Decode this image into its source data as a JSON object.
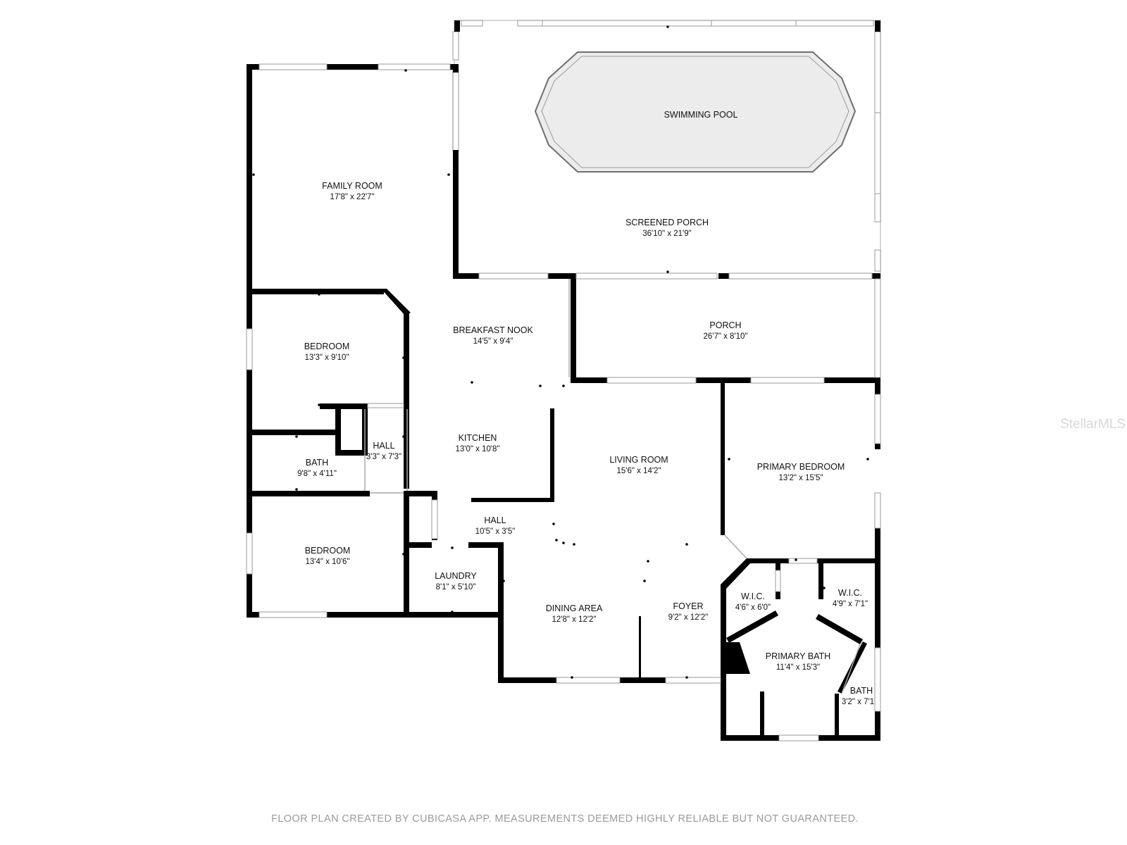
{
  "rooms": {
    "swimming_pool": {
      "name": "SWIMMING POOL"
    },
    "family_room": {
      "name": "FAMILY ROOM",
      "dim": "17'8\" x 22'7\""
    },
    "screened_porch": {
      "name": "SCREENED PORCH",
      "dim": "36'10\" x 21'9\""
    },
    "bedroom_1": {
      "name": "BEDROOM",
      "dim": "13'3\" x 9'10\""
    },
    "breakfast_nook": {
      "name": "BREAKFAST NOOK",
      "dim": "14'5\" x 9'4\""
    },
    "porch": {
      "name": "PORCH",
      "dim": "26'7\" x 8'10\""
    },
    "hall_1": {
      "name": "HALL",
      "dim": "3'3\" x 7'3\""
    },
    "kitchen": {
      "name": "KITCHEN",
      "dim": "13'0\" x 10'8\""
    },
    "bath_1": {
      "name": "BATH",
      "dim": "9'8\" x 4'11\""
    },
    "living_room": {
      "name": "LIVING ROOM",
      "dim": "15'6\" x 14'2\""
    },
    "primary_bedroom": {
      "name": "PRIMARY BEDROOM",
      "dim": "13'2\" x 15'5\""
    },
    "hall_2": {
      "name": "HALL",
      "dim": "10'5\" x 3'5\""
    },
    "bedroom_2": {
      "name": "BEDROOM",
      "dim": "13'4\" x 10'6\""
    },
    "laundry": {
      "name": "LAUNDRY",
      "dim": "8'1\" x 5'10\""
    },
    "wic_1": {
      "name": "W.I.C.",
      "dim": "4'6\" x 6'0\""
    },
    "wic_2": {
      "name": "W.I.C.",
      "dim": "4'9\" x 7'1\""
    },
    "dining_area": {
      "name": "DINING AREA",
      "dim": "12'8\" x 12'2\""
    },
    "foyer": {
      "name": "FOYER",
      "dim": "9'2\" x 12'2\""
    },
    "primary_bath": {
      "name": "PRIMARY BATH",
      "dim": "11'4\" x 15'3\""
    },
    "bath_2": {
      "name": "BATH",
      "dim": "3'2\" x 7'1"
    }
  },
  "footer": "FLOOR PLAN CREATED BY CUBICASA APP. MEASUREMENTS DEEMED HIGHLY RELIABLE BUT NOT GUARANTEED.",
  "watermark": "StellarMLS",
  "colors": {
    "wall": "#000000",
    "pool_fill": "#ececec",
    "footer_text": "#9a9a9a",
    "watermark": "#d8d8d8"
  }
}
